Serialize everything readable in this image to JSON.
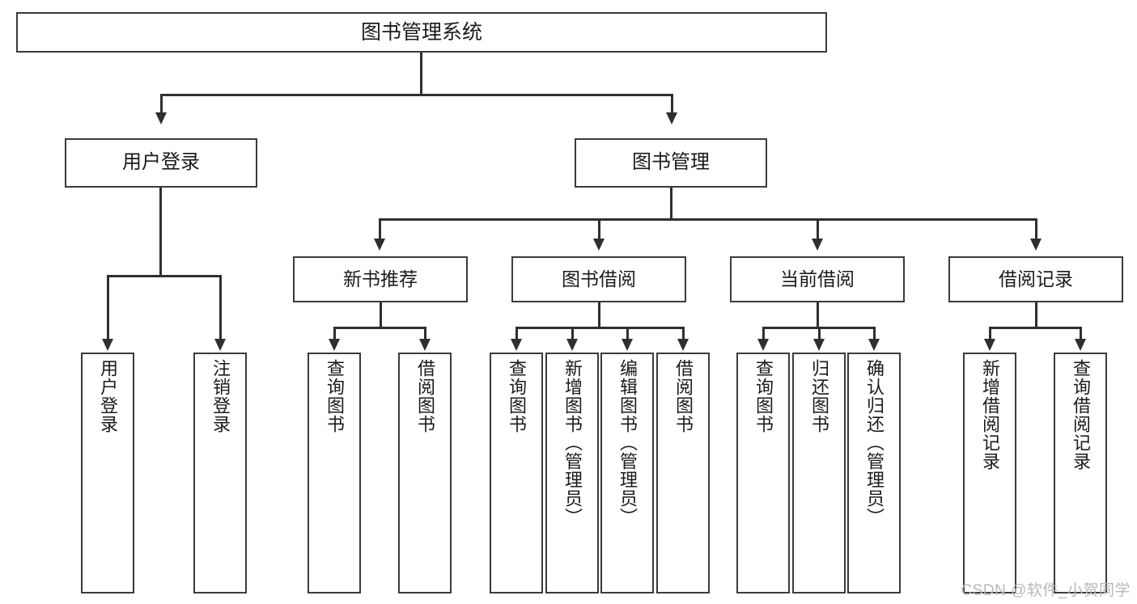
{
  "diagram": {
    "type": "hierarchy-tree",
    "title": "图书管理系统",
    "watermark": "CSDN @软件_小贺同学",
    "colors": {
      "box_border": "#3b3b3b",
      "connector": "#2f2f2f",
      "text": "#1b1b1b",
      "background": "#ffffff",
      "watermark": "#b8b8b8"
    },
    "root": {
      "label": "图书管理系统"
    },
    "level2": [
      {
        "label": "用户登录"
      },
      {
        "label": "图书管理"
      }
    ],
    "level3": [
      {
        "label": "新书推荐"
      },
      {
        "label": "图书借阅"
      },
      {
        "label": "当前借阅"
      },
      {
        "label": "借阅记录"
      }
    ],
    "leaves": {
      "user_login": [
        {
          "label": "用户登录"
        },
        {
          "label": "注销登录"
        }
      ],
      "new_book": [
        {
          "label": "查询图书"
        },
        {
          "label": "借阅图书"
        }
      ],
      "book_borrow": [
        {
          "label": "查询图书"
        },
        {
          "label": "新增图书（管理员）"
        },
        {
          "label": "编辑图书（管理员）"
        },
        {
          "label": "借阅图书"
        }
      ],
      "current_borrow": [
        {
          "label": "查询图书"
        },
        {
          "label": "归还图书"
        },
        {
          "label": "确认归还（管理员）"
        }
      ],
      "borrow_record": [
        {
          "label": "新增借阅记录"
        },
        {
          "label": "查询借阅记录"
        }
      ]
    }
  }
}
